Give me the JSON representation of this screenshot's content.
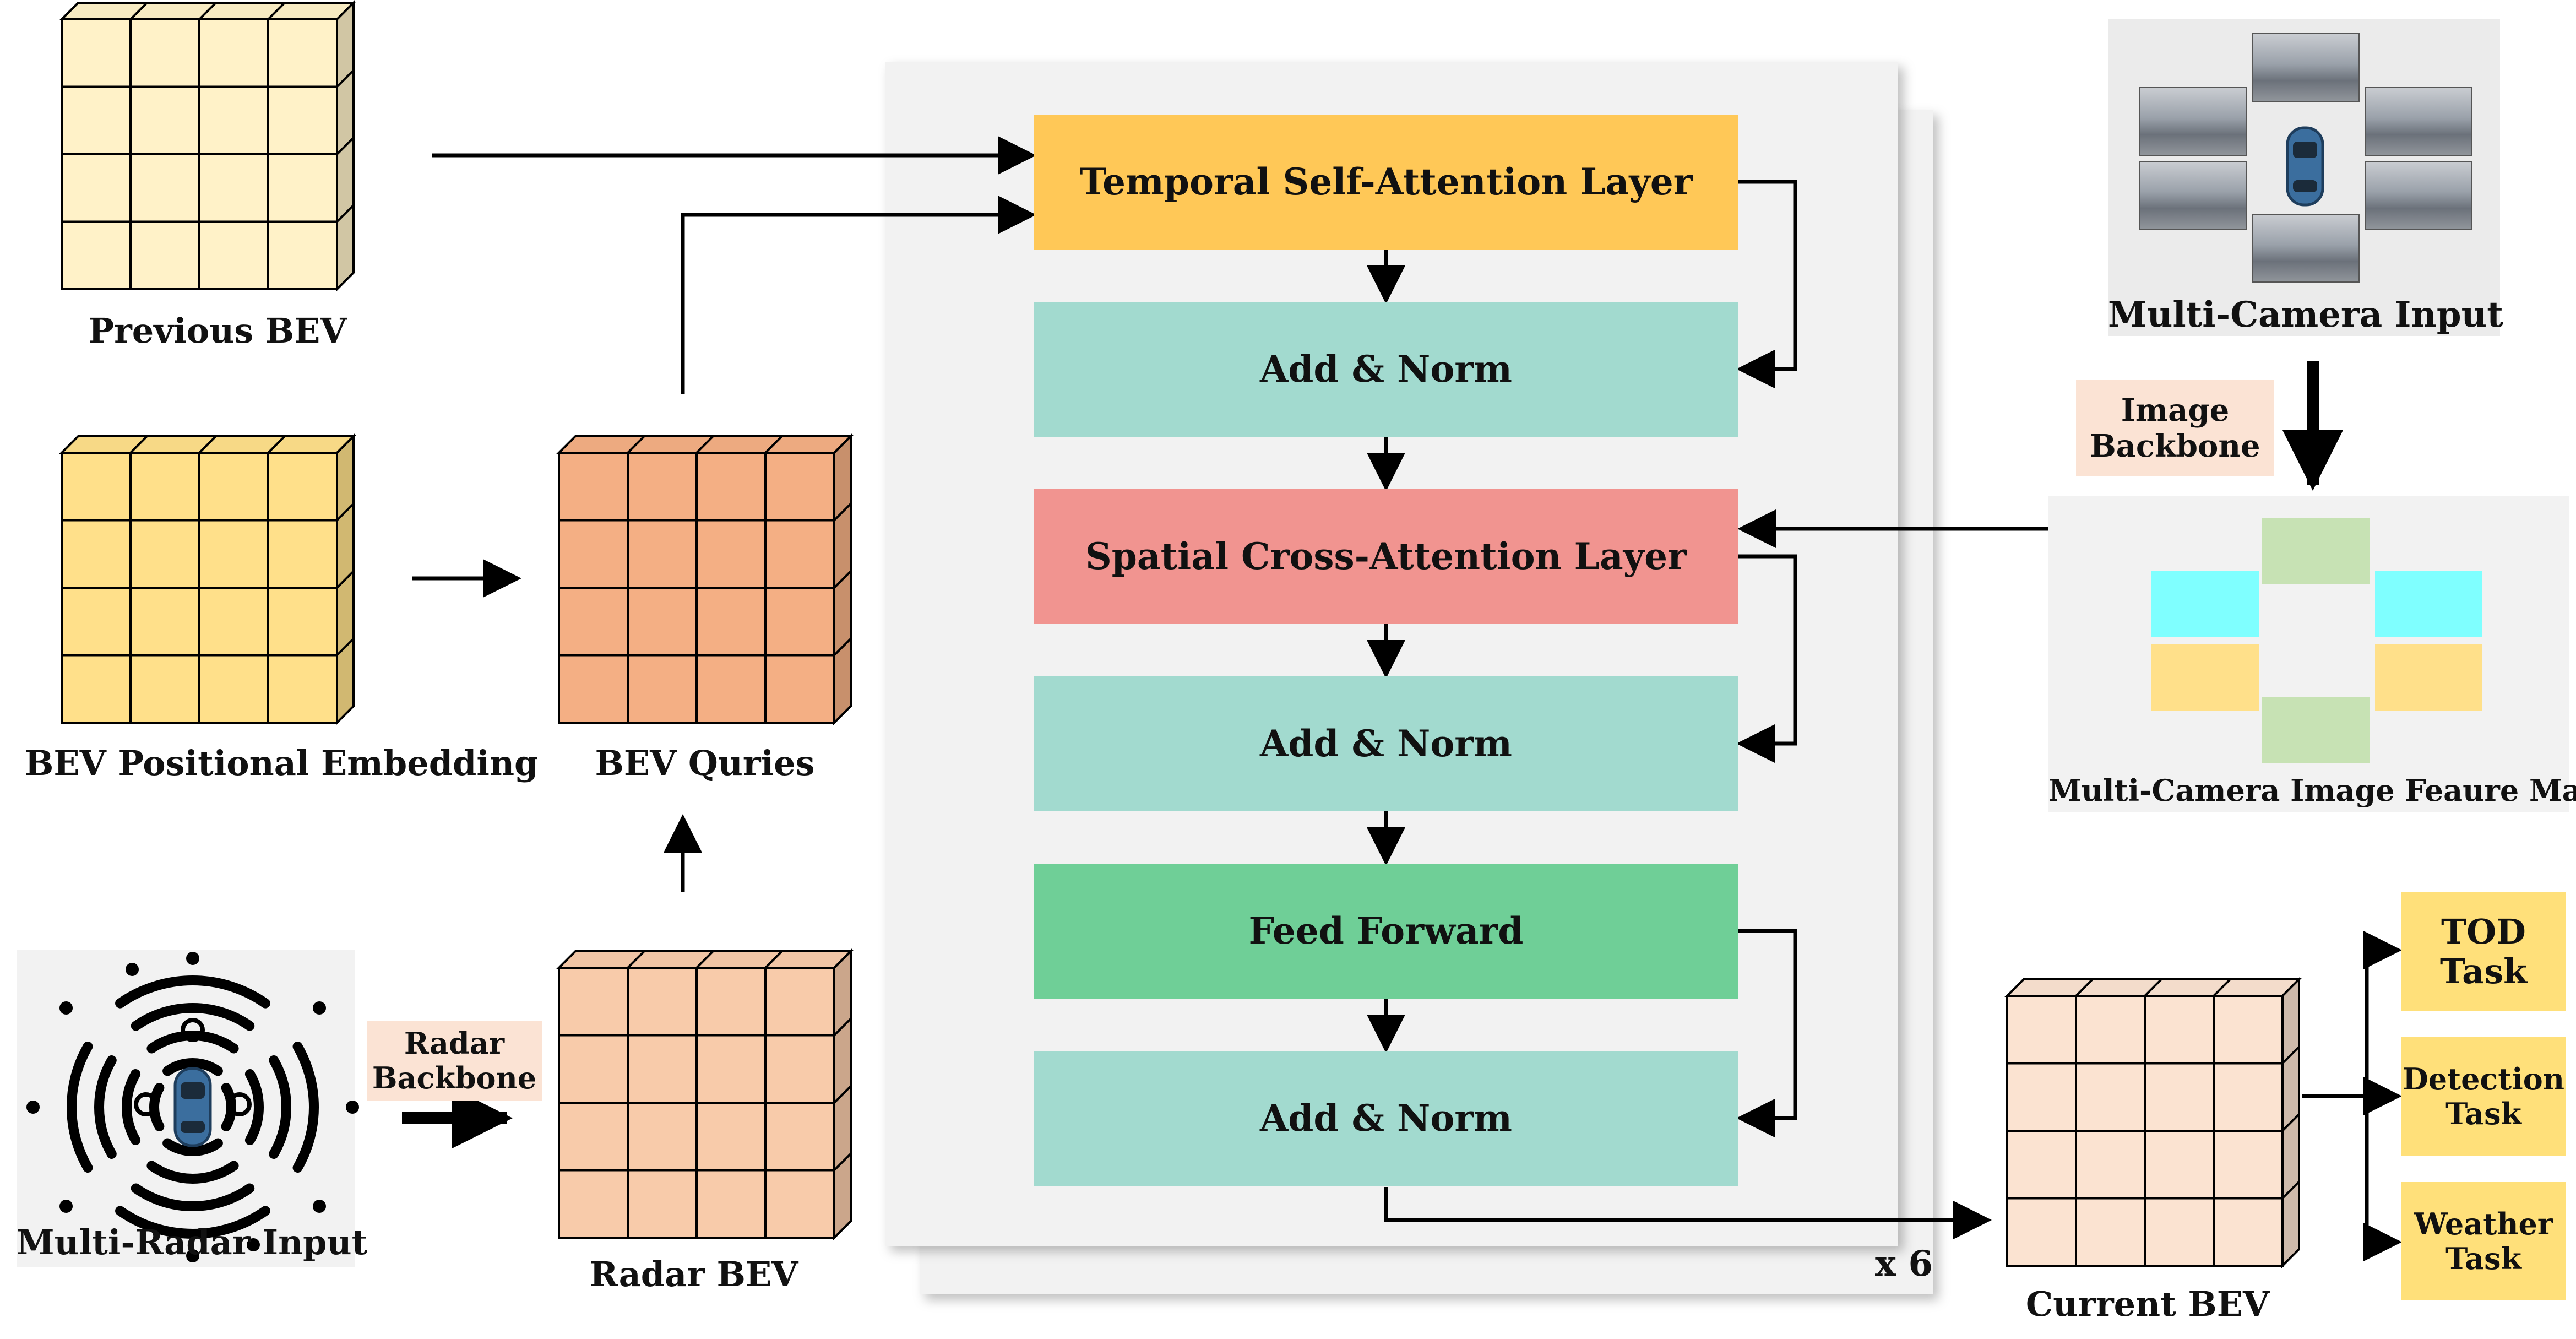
{
  "labels": {
    "previous_bev": "Previous BEV",
    "bev_positional_embedding": "BEV Positional Embedding",
    "bev_queries": "BEV Quries",
    "radar_bev": "Radar BEV",
    "multi_radar_input": "Multi-Radar Input",
    "radar_backbone": "Radar\nBackbone",
    "multi_camera_input": "Multi-Camera Input",
    "image_backbone": "Image\nBackbone",
    "feature_maps": "Multi-Camera Image Feaure Maps",
    "current_bev": "Current BEV",
    "repeat": "x 6"
  },
  "encoder_layers": [
    "Temporal Self-Attention Layer",
    "Add & Norm",
    "Spatial Cross-Attention Layer",
    "Add & Norm",
    "Feed Forward",
    "Add & Norm"
  ],
  "tasks": [
    "TOD\nTask",
    "Detection\nTask",
    "Weather\nTask"
  ],
  "colors": {
    "temporal": "#FFC857",
    "add_norm": "#A2DACF",
    "spatial": "#F19490",
    "feed_forward": "#6FCF97",
    "task": "#FFE07A",
    "previous_bev": "#FFF2C8",
    "pos_embedding": "#FFE08A",
    "bev_queries": "#F4AF84",
    "radar_bev": "#F8CBAA",
    "current_bev": "#FBE3D1",
    "backbone_label_bg": "#FBE3D4",
    "feature_green": "#C7E2B4",
    "feature_cyan": "#7FFFFF",
    "feature_yellow": "#FFE08A",
    "panel_bg": "#F2F2F2"
  }
}
